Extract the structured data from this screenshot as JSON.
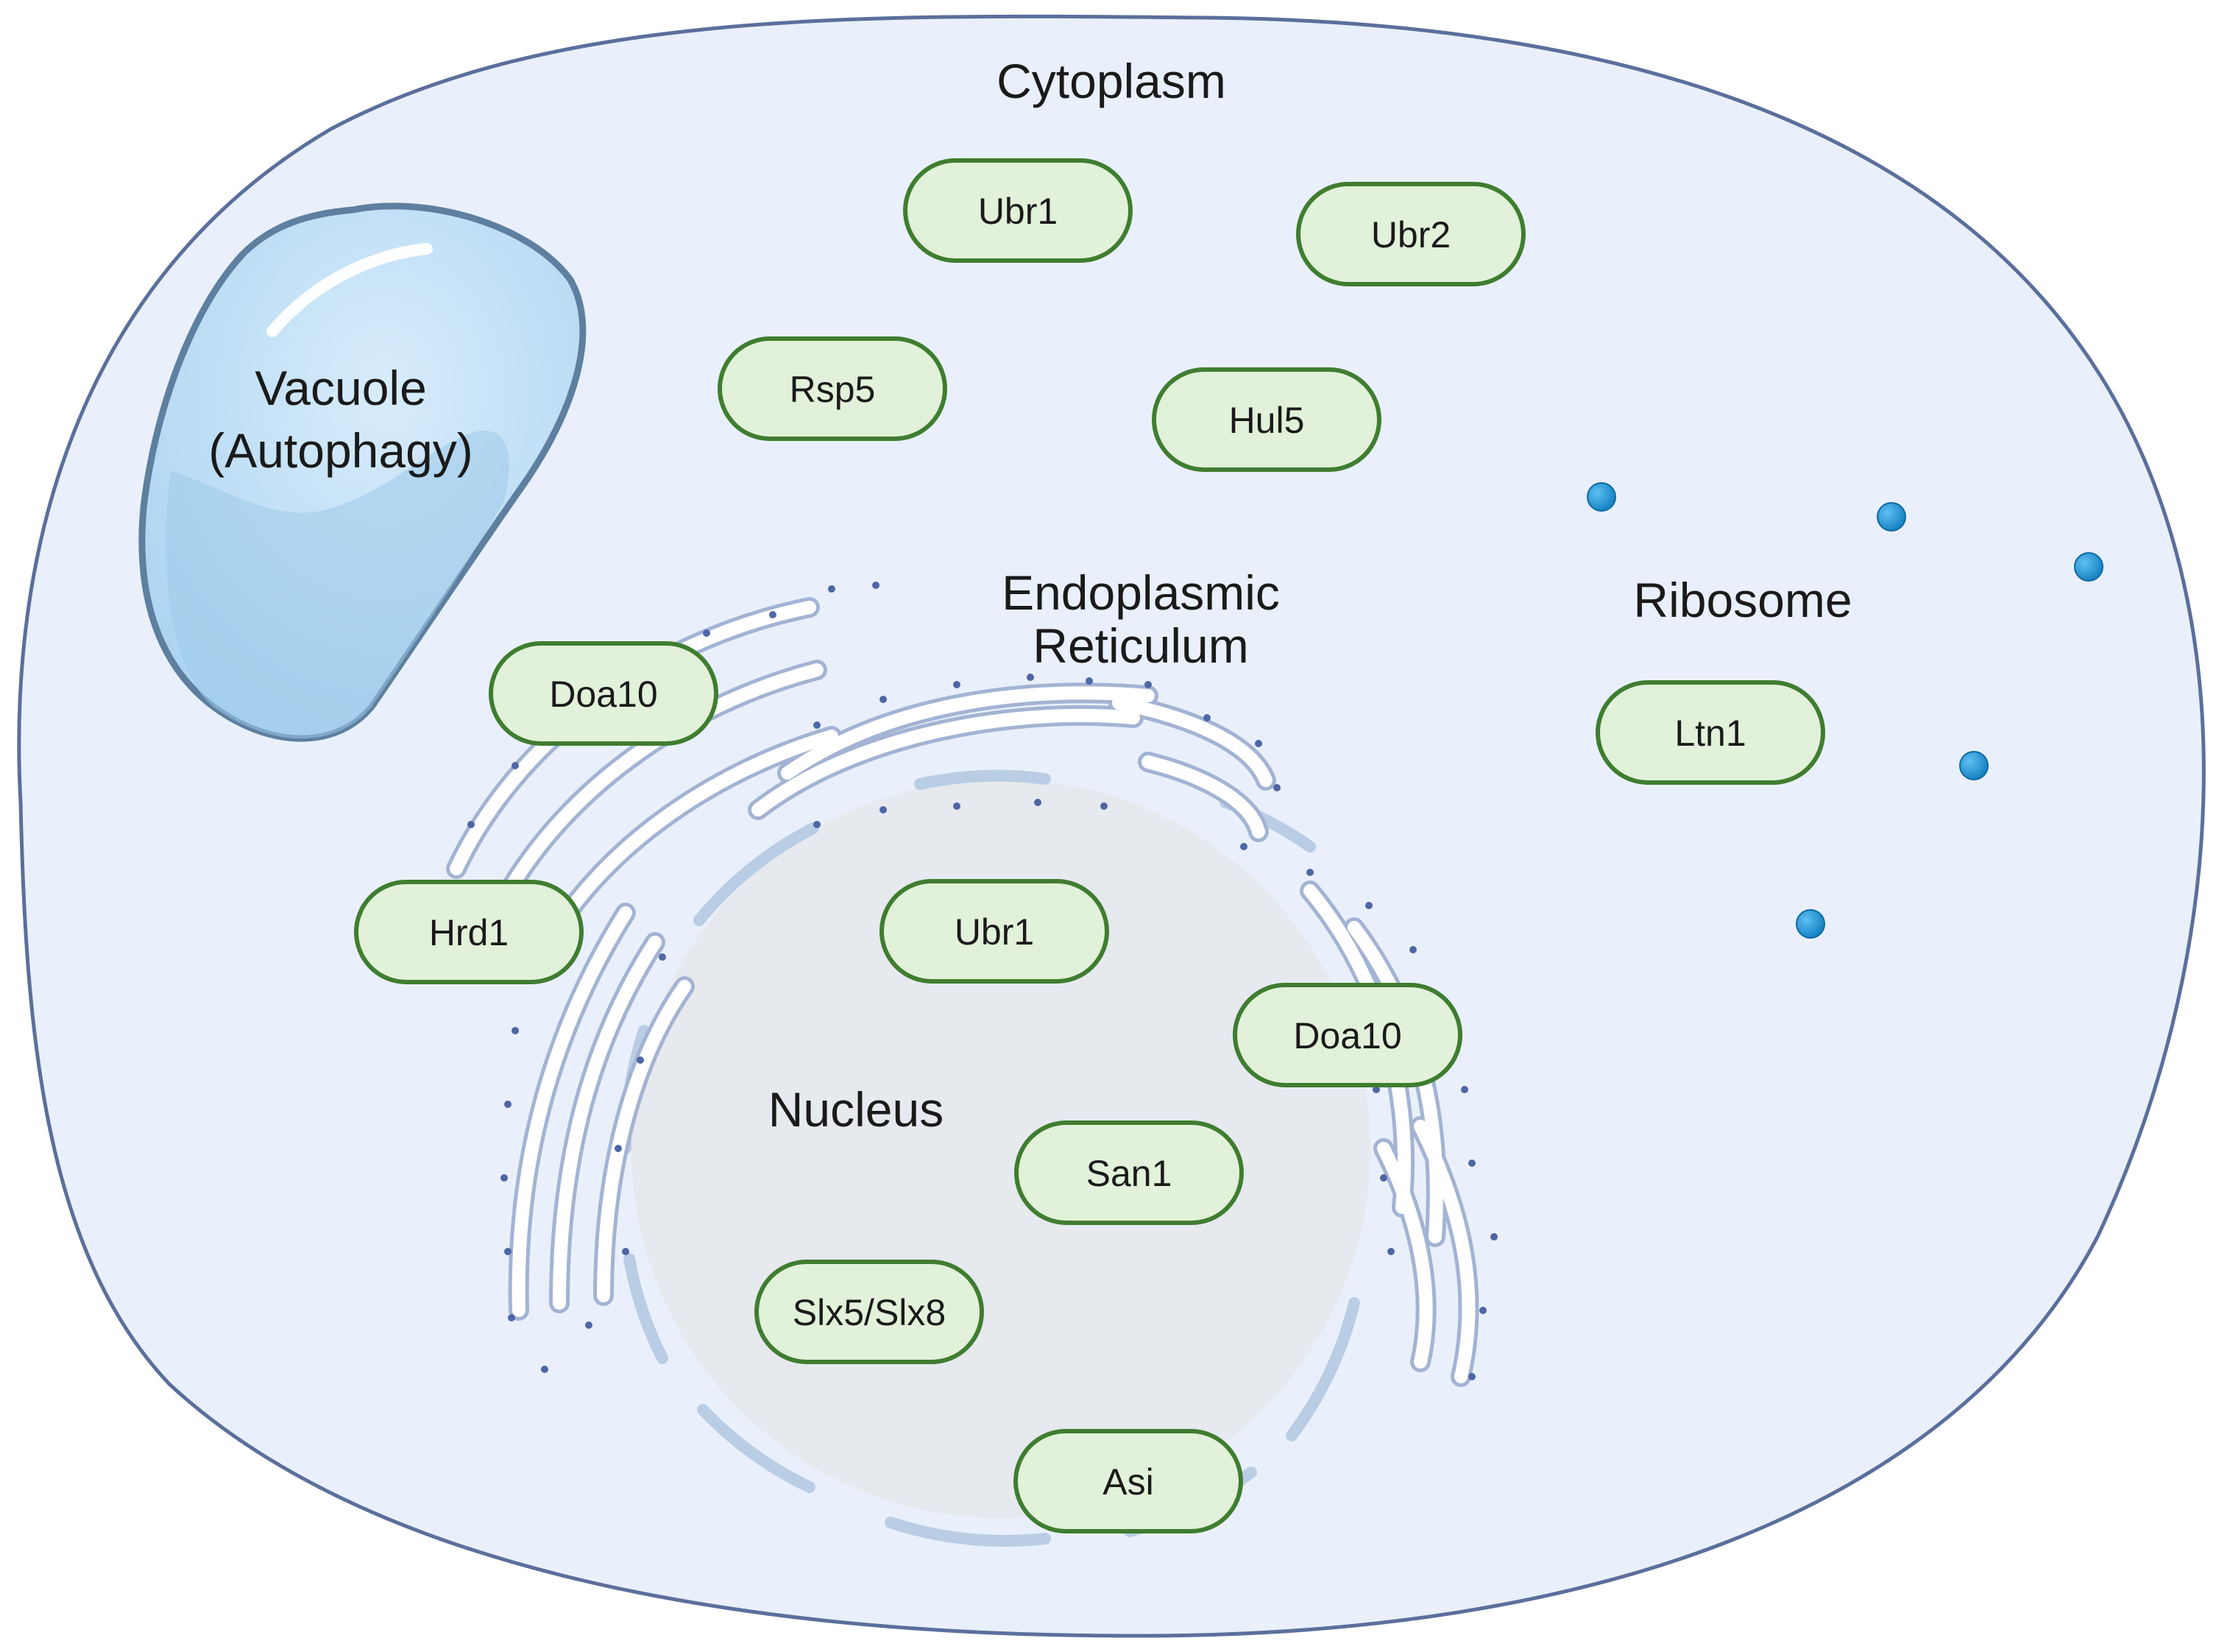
{
  "compartments": {
    "cytoplasm": "Cytoplasm",
    "vacuole_line1": "Vacuole",
    "vacuole_line2": "(Autophagy)",
    "er_line1": "Endoplasmic",
    "er_line2": "Reticulum",
    "nucleus": "Nucleus",
    "ribosome": "Ribosome"
  },
  "enzymes": {
    "cyto_ubr1": "Ubr1",
    "cyto_ubr2": "Ubr2",
    "cyto_rsp5": "Rsp5",
    "cyto_hul5": "Hul5",
    "er_doa10": "Doa10",
    "er_hrd1": "Hrd1",
    "ribo_ltn1": "Ltn1",
    "nuc_ubr1": "Ubr1",
    "nuc_doa10": "Doa10",
    "nuc_san1": "San1",
    "nuc_slx": "Slx5/Slx8",
    "nuc_asi": "Asi"
  },
  "colors": {
    "cell_fill": "#e9f0fb",
    "cell_stroke": "#5b6f9c",
    "nucleus_fill": "#e6e9ee",
    "vacuole_fill": "#b9dcf4",
    "vacuole_stroke": "#5e7f9f",
    "pill_fill": "#e2f1d9",
    "pill_stroke": "#3f7d30",
    "ribosome_dot": "#1c8fd0"
  }
}
